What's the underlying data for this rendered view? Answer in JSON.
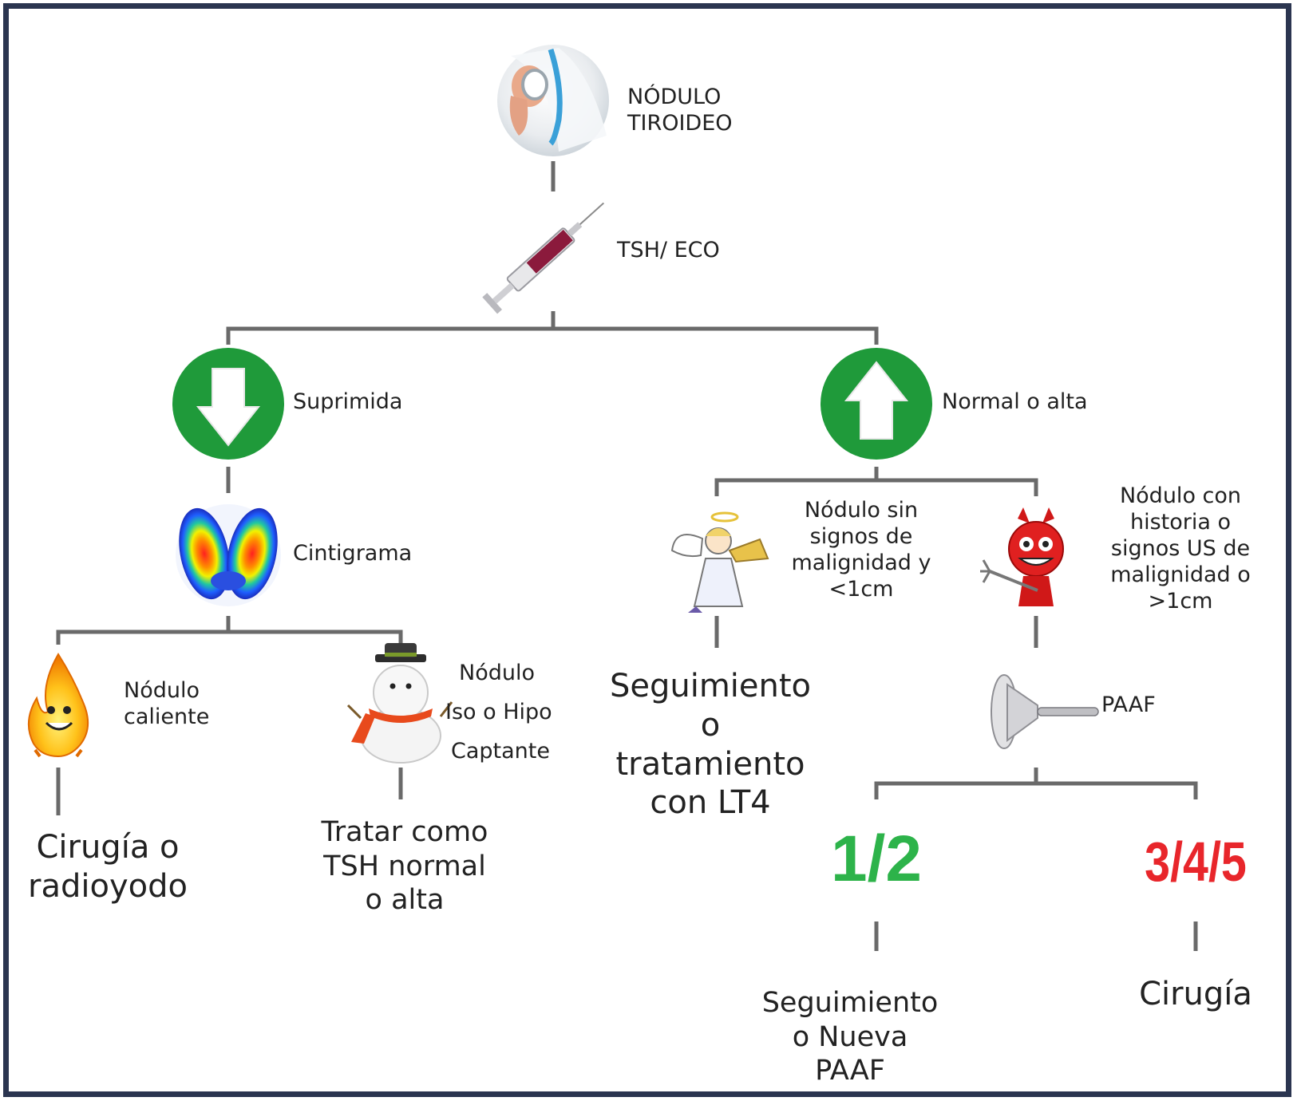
{
  "colors": {
    "frame": "#2b3550",
    "connector": "#6a6a6a",
    "arrow_circle": "#1f9a3a",
    "benign": "#2db34a",
    "malignant": "#e8262b"
  },
  "icons": {
    "start": "stethoscope-doctor-icon",
    "test": "syringe-icon",
    "suppressed": "arrow-down-icon",
    "normal_high": "arrow-up-icon",
    "scan": "thyroid-scintigraphy-icon",
    "hot": "flame-character-icon",
    "cold": "snowman-icon",
    "benign": "angel-icon",
    "malignant": "devil-icon",
    "biopsy": "fine-needle-icon"
  },
  "nodes": {
    "start": "NÓDULO\nTIROIDEO",
    "test": "TSH/ ECO",
    "suppressed": "Suprimida",
    "normal_high": "Normal o alta",
    "scan": "Cintigrama",
    "hot_nodule": "Nódulo\ncaliente",
    "cold_line1": "Nódulo",
    "cold_line2": "Iso o Hipo",
    "cold_line3": "Captante",
    "hot_outcome": "Cirugía o\nradioyodo",
    "cold_outcome": "Tratar como\nTSH normal\no alta",
    "benign_criteria": "Nódulo sin\nsignos de\nmalignidad y\n<1cm",
    "malignant_criteria": "Nódulo con\nhistoria o\nsignos US de\nmalignidad o\n>1cm",
    "benign_outcome": "Seguimiento\no\ntratamiento\ncon LT4",
    "biopsy": "PAAF",
    "bethesda_low": "1/2",
    "bethesda_high": "3/4/5",
    "low_outcome": "Seguimiento\no  Nueva\nPAAF",
    "high_outcome": "Cirugía"
  }
}
